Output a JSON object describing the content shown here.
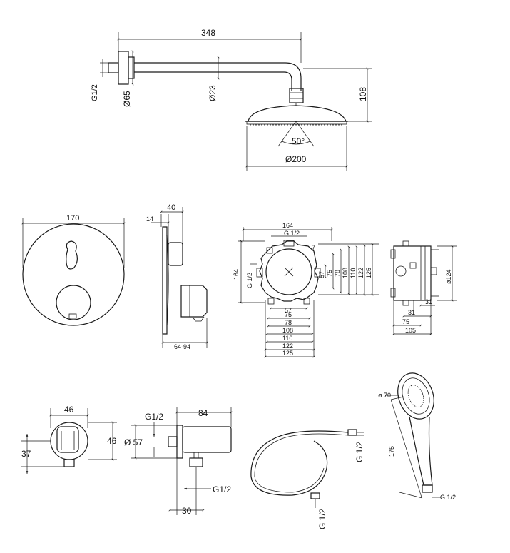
{
  "shower_arm_head": {
    "length": "348",
    "flange_dia": "Ø65",
    "thread": "G1/2",
    "pipe_dia": "Ø23",
    "height": "108",
    "spray_angle": "50°",
    "head_dia": "Ø200"
  },
  "trim_plate": {
    "width": "170",
    "depth_total": "40",
    "depth_plate": "14",
    "adjust_range": "64-94"
  },
  "mixer_body_front": {
    "width": "164",
    "height": "164",
    "inlet_top": "G 1/2",
    "inlet_side": "G 1/2",
    "right_dims": [
      "57",
      "75",
      "78",
      "108",
      "110",
      "122",
      "125"
    ],
    "bottom_dims": [
      "57",
      "75",
      "78",
      "108",
      "110",
      "122",
      "125"
    ],
    "offset_small": "7"
  },
  "mixer_body_side": {
    "dia": "ø124",
    "dims": [
      "31",
      "31",
      "75",
      "105"
    ]
  },
  "wall_outlet_front": {
    "width": "46",
    "height": "46",
    "offset": "37"
  },
  "wall_outlet_side": {
    "thread_top": "G1/2",
    "length": "84",
    "dia": "Ø 57",
    "thread_bottom": "G1/2",
    "outlet_offset": "30"
  },
  "hose": {
    "thread_top": "G 1/2",
    "thread_bottom": "G 1/2"
  },
  "hand_shower": {
    "head_dia": "ø 70",
    "length": "175",
    "thread": "G 1/2"
  }
}
